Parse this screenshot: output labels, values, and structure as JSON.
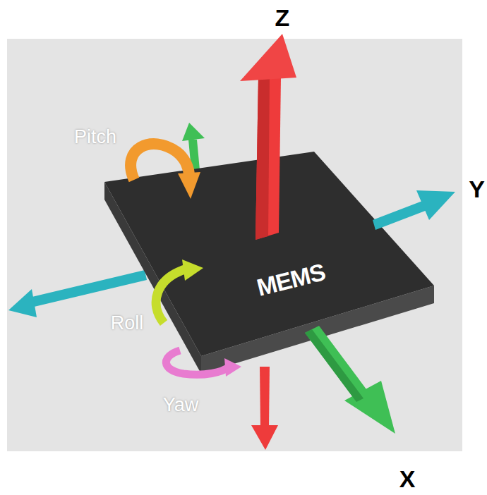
{
  "diagram": {
    "nodes": [
      {
        "text": [
          "MEMS"
        ]
      }
    ],
    "labels": [
      "Z",
      "Y",
      "X",
      "Pitch",
      "Roll",
      "Yaw"
    ]
  }
}
